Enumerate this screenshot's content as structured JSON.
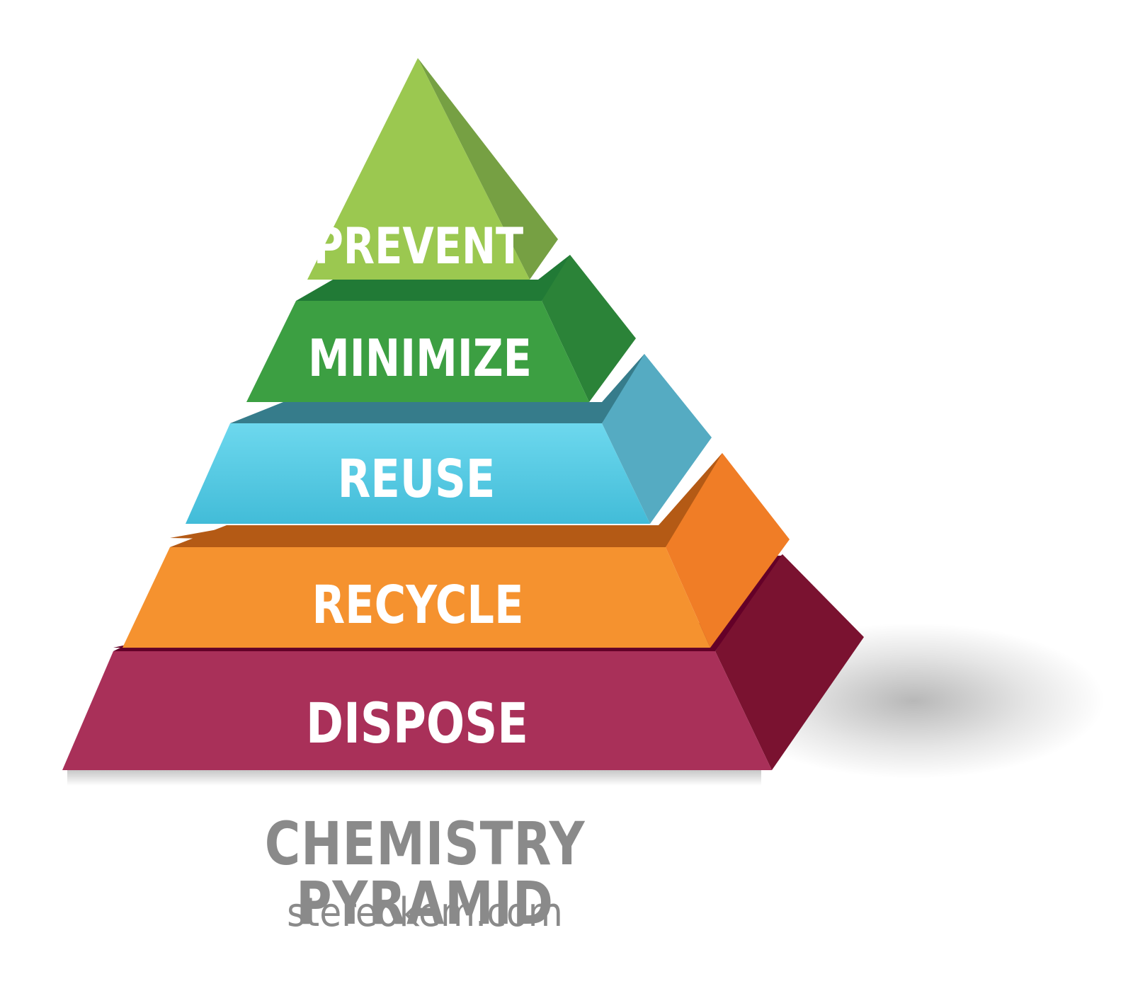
{
  "diagram": {
    "levels": [
      {
        "label": "PREVENT",
        "colors": {
          "front": "#9bc850",
          "side": "#76a043"
        }
      },
      {
        "label": "MINIMIZE",
        "colors": {
          "front": "#3c9f42",
          "side": "#2b8338",
          "top": "#217a36"
        }
      },
      {
        "label": "REUSE",
        "colors": {
          "front": "#52c8e2",
          "side": "#55abc2",
          "top": "#367c8b"
        }
      },
      {
        "label": "RECYCLE",
        "colors": {
          "front": "#f5922f",
          "side": "#f07d26",
          "top": "#b45a15"
        }
      },
      {
        "label": "DISPOSE",
        "colors": {
          "front": "#a93059",
          "side": "#7a1230",
          "top": "#640028"
        }
      }
    ]
  },
  "caption": {
    "title": "CHEMISTRY PYRAMID",
    "url": "stereokem.com"
  }
}
